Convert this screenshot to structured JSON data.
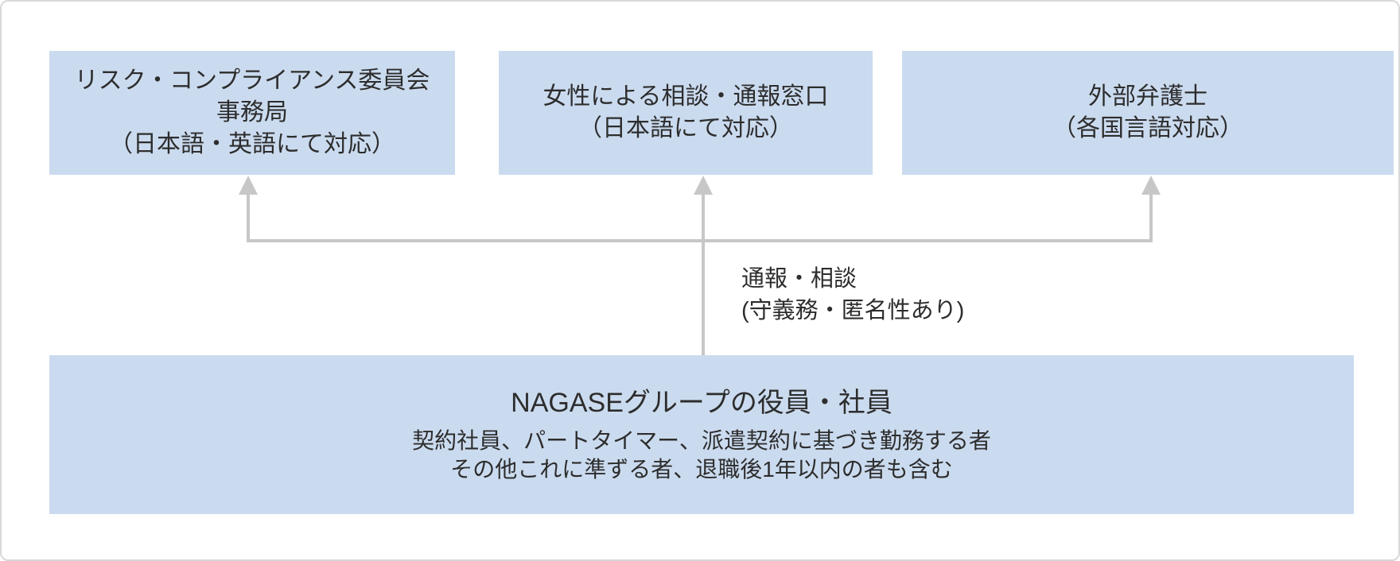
{
  "colors": {
    "box_fill": "#cbdbef",
    "connector": "#c7c7c7",
    "text": "#2d2d2d",
    "canvas_border": "#d8d8d8",
    "canvas_bg": "#ffffff"
  },
  "channels": [
    {
      "id": "risk-compliance-committee-secretariat",
      "lines": [
        "リスク・コンプライアンス委員会",
        "事務局",
        "（日本語・英語にて対応）"
      ]
    },
    {
      "id": "womens-contact-point",
      "lines": [
        "女性による相談・通報窓口",
        "（日本語にて対応）"
      ]
    },
    {
      "id": "external-lawyer",
      "lines": [
        "外部弁護士",
        "（各国言語対応）"
      ]
    }
  ],
  "arrow_label": {
    "line1": "通報・相談",
    "line2": "(守義務・匿名性あり)"
  },
  "source": {
    "title": "NAGASEグループの役員・社員",
    "notes": [
      "契約社員、パートタイマー、派遣契約に基づき勤務する者",
      "その他これに準ずる者、退職後1年以内の者も含む"
    ]
  }
}
